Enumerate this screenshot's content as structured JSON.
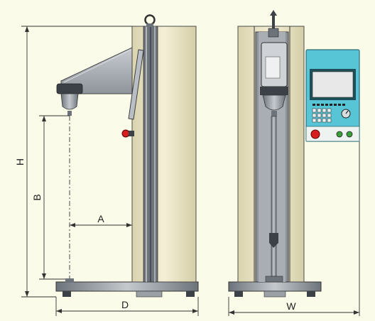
{
  "labels": {
    "height_total": "H",
    "height_working": "B",
    "throat_depth": "A",
    "depth": "D",
    "width": "W"
  },
  "colors": {
    "background": "#fbfbe9",
    "frame_cream": "#efe9c8",
    "frame_edge": "#4b4b4b",
    "steel_grey": "#9aa0a6",
    "dark_steel": "#3c4148",
    "panel_cyan": "#57c5d5",
    "screen": "#e8e8e8",
    "estop_red": "#d81e1e",
    "indicator_green": "#3aa03a",
    "dimension_line": "#333333"
  },
  "icons": {
    "emergency_stop": "estop-button-icon",
    "indicator_lights": "indicator-light-icon",
    "keypad": "keypad-icon"
  }
}
